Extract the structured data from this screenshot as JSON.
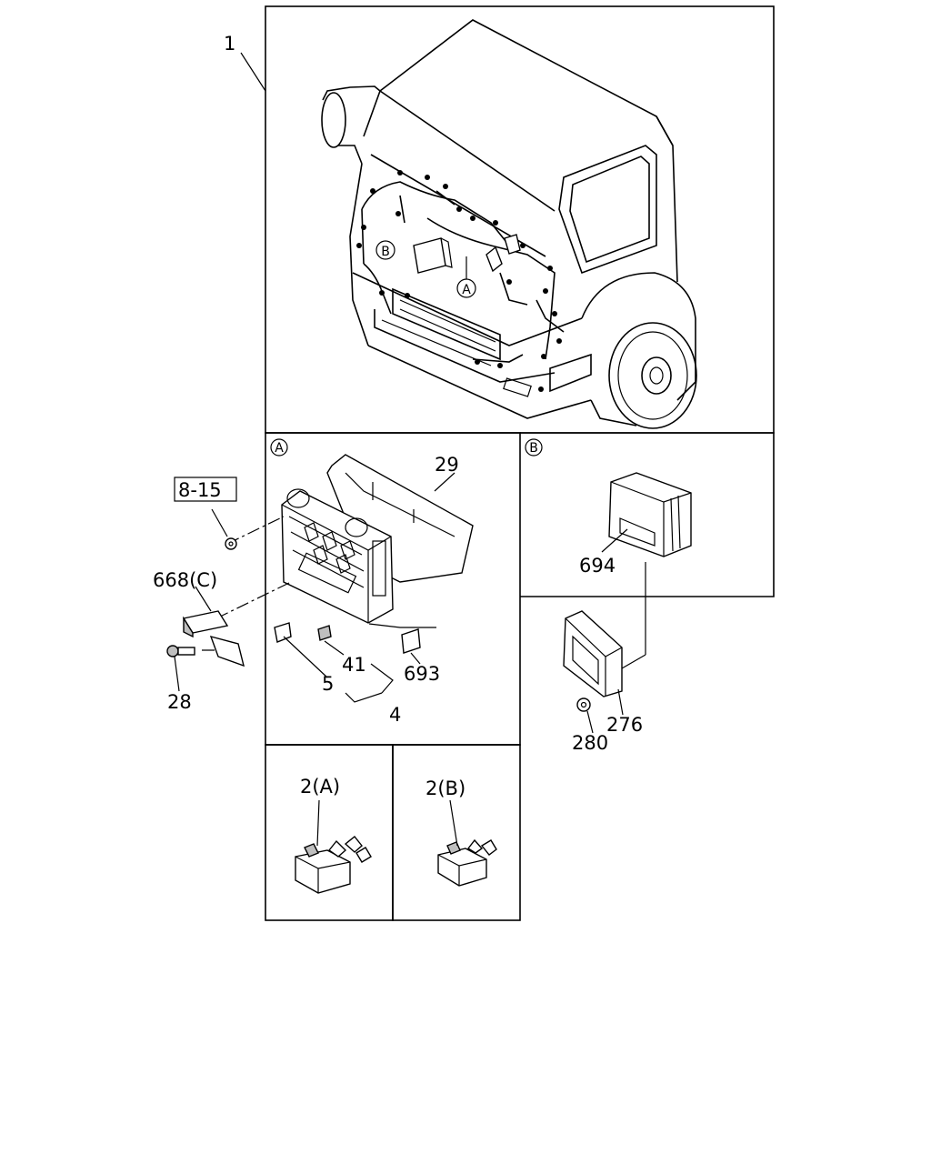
{
  "callouts": {
    "c1": "1",
    "c29": "29",
    "c8_15": "8-15",
    "c668c": "668(C)",
    "c28": "28",
    "c41": "41",
    "c5": "5",
    "c693": "693",
    "c4": "4",
    "c694": "694",
    "c276": "276",
    "c280": "280",
    "c2a": "2(A)",
    "c2b": "2(B)"
  },
  "detail_markers": {
    "a": "A",
    "b": "B"
  }
}
